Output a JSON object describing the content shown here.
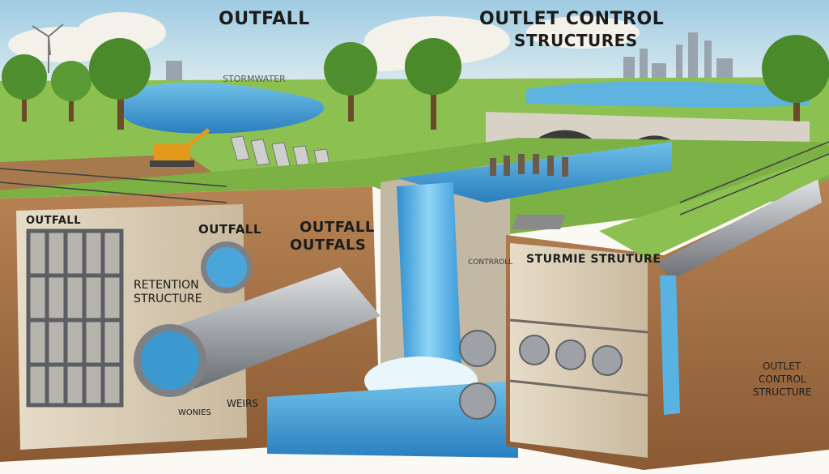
{
  "labels": {
    "outfall_title": "OUTFALL",
    "outlet_title_line1": "OUTLET CONTROL",
    "outlet_title_line2": "STRUCTURES",
    "stormwater": "STORMWATER",
    "cutaway_outfall": "OUTFALL",
    "outfall_small": "OUTFALL",
    "outfall_outfals_line1": "OUTFALL",
    "outfall_outfals_line2": "OUTFALS",
    "retention_line1": "RETENTION",
    "retention_line2": "STRUCTURE",
    "weirs": "WEIRS",
    "wonies": "WONIES",
    "contrroll": "CONTRROLL",
    "sturmie_structure": "STURMIE STRUTURE",
    "outlet_control_line1": "OUTLET",
    "outlet_control_line2": "CONTROL",
    "outlet_control_line3": "STRUCTURE"
  },
  "colors": {
    "sky": "#bfdcec",
    "grass": "#7cb244",
    "water": "#3d9ed6",
    "concrete": "#d9ccb5",
    "soil": "#a8744a"
  }
}
